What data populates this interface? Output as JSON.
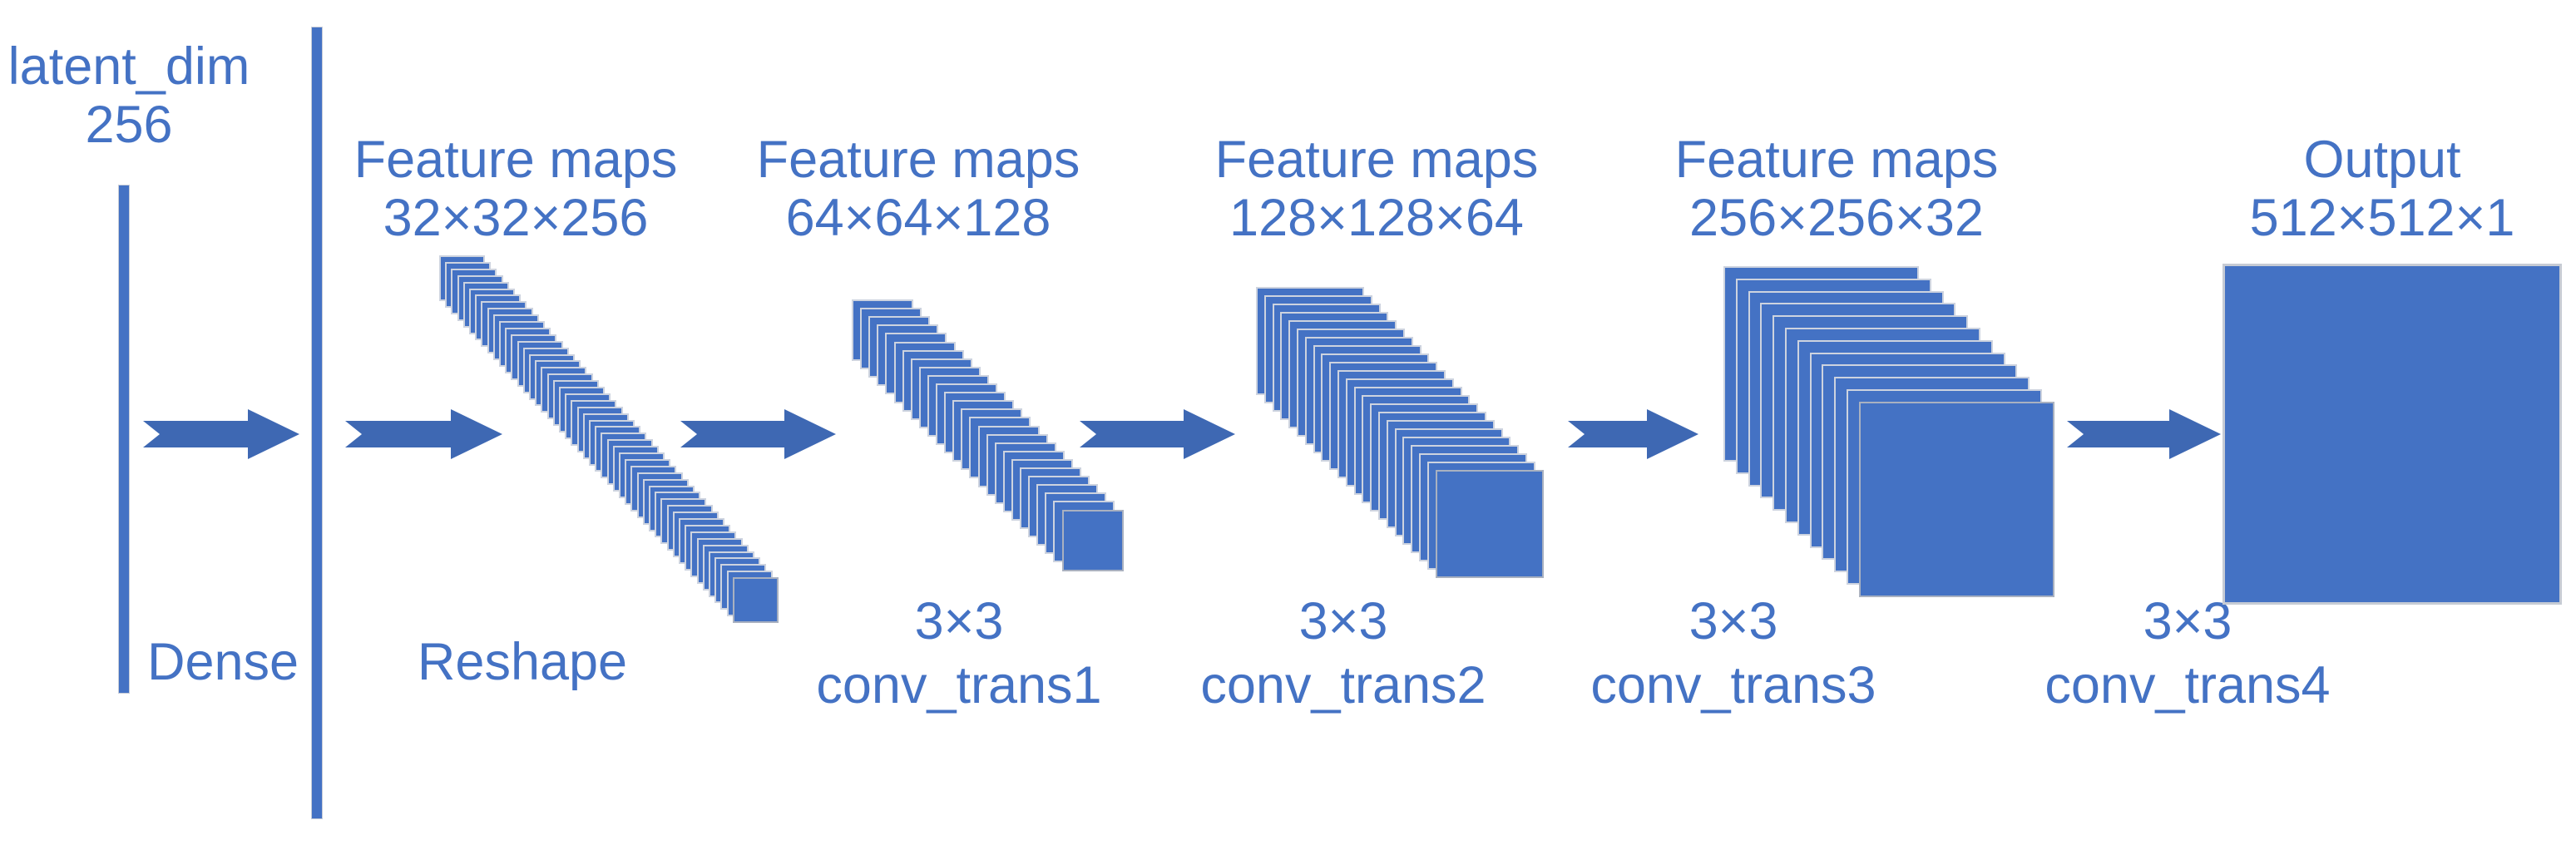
{
  "latent": {
    "name": "latent_dim",
    "value": "256",
    "op": "Dense"
  },
  "reshape_op": "Reshape",
  "columns": [
    {
      "title": "Feature maps",
      "dims": "32×32×256"
    },
    {
      "title": "Feature maps",
      "dims": "64×64×128"
    },
    {
      "title": "Feature maps",
      "dims": "128×128×64"
    },
    {
      "title": "Feature maps",
      "dims": "256×256×32"
    },
    {
      "title": "Output",
      "dims": "512×512×1"
    }
  ],
  "ops": [
    {
      "kernel": "3×3",
      "name": "conv_trans1"
    },
    {
      "kernel": "3×3",
      "name": "conv_trans2"
    },
    {
      "kernel": "3×3",
      "name": "conv_trans3"
    },
    {
      "kernel": "3×3",
      "name": "conv_trans4"
    }
  ],
  "colors": {
    "primary": "#4472C4",
    "arrow": "#3E68B3",
    "tile_border": "#CDD3DF",
    "front_tile_border": "#A9B1C0",
    "output_border": "#C6CBD4"
  }
}
